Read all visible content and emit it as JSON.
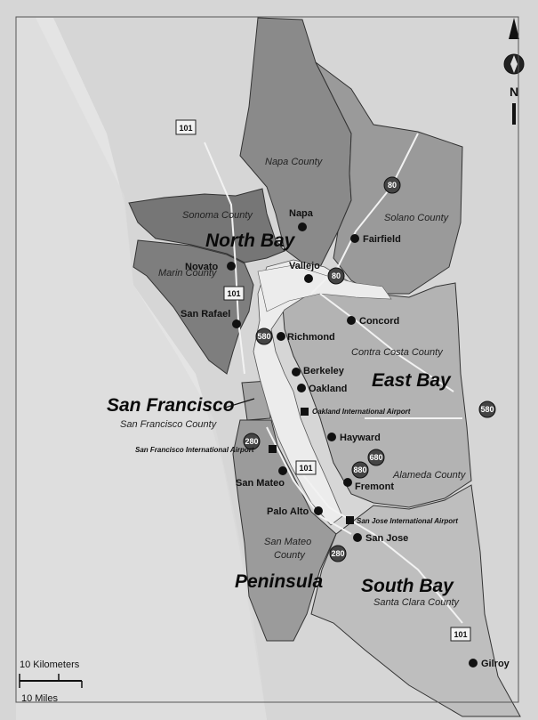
{
  "regions": {
    "north_bay": "North Bay",
    "east_bay": "East Bay",
    "san_francisco": "San Francisco",
    "peninsula": "Peninsula",
    "south_bay": "South Bay"
  },
  "counties": {
    "napa": "Napa County",
    "sonoma": "Sonoma County",
    "solano": "Solano County",
    "marin": "Marin County",
    "contra_costa": "Contra Costa County",
    "san_francisco": "San Francisco County",
    "alameda": "Alameda County",
    "san_mateo_line1": "San Mateo",
    "san_mateo_line2": "County",
    "santa_clara": "Santa Clara County"
  },
  "cities": {
    "napa": "Napa",
    "fairfield": "Fairfield",
    "novato": "Novato",
    "vallejo": "Vallejo",
    "san_rafael": "San Rafael",
    "concord": "Concord",
    "richmond": "Richmond",
    "berkeley": "Berkeley",
    "oakland": "Oakland",
    "hayward": "Hayward",
    "fremont": "Fremont",
    "san_mateo": "San Mateo",
    "palo_alto": "Palo Alto",
    "san_jose": "San Jose",
    "gilroy": "Gilroy"
  },
  "airports": {
    "oakland": "Oakland International Airport",
    "sfo": "San Francisco International Airport",
    "sjc": "San Jose International Airport"
  },
  "highways": {
    "us101_a": "101",
    "us101_b": "101",
    "us101_c": "101",
    "us101_d": "101",
    "i80_a": "80",
    "i80_b": "80",
    "i580": "580",
    "i680": "680",
    "i880": "880",
    "i280_a": "280",
    "i280_b": "280"
  },
  "scale": {
    "km": "10 Kilometers",
    "mi": "10 Miles"
  },
  "compass": {
    "north": "N"
  },
  "colors": {
    "land": "#d4d4d4",
    "water": "#e9e9e9",
    "north_bay": "#7a7a7a",
    "napa_solano": "#8e8e8e",
    "east_bay": "#b5b5b5",
    "sf_peninsula": "#9a9a9a",
    "south_bay": "#bdbdbd"
  }
}
